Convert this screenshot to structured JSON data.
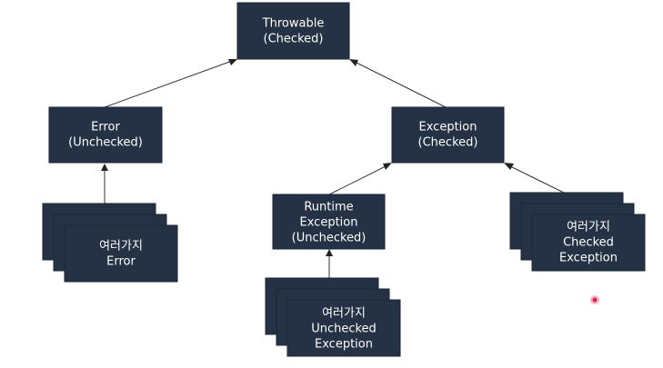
{
  "nodes": {
    "throwable": {
      "line1": "Throwable",
      "line2": "(Checked)"
    },
    "error": {
      "line1": "Error",
      "line2": "(Unchecked)"
    },
    "exception": {
      "line1": "Exception",
      "line2": "(Checked)"
    },
    "runtime": {
      "line1": "Runtime",
      "line2": "Exception",
      "line3": "(Unchecked)"
    },
    "errors_stack": {
      "line1": "여러가지",
      "line2": "Error"
    },
    "unchecked_stack": {
      "line1": "여러가지",
      "line2": "Unchecked",
      "line3": "Exception"
    },
    "checked_stack": {
      "line1": "여러가지",
      "line2": "Checked",
      "line3": "Exception"
    }
  },
  "colors": {
    "box_fill": "#253245",
    "box_text": "#ffffff",
    "edge": "#333333",
    "cursor": "#e0214f"
  }
}
